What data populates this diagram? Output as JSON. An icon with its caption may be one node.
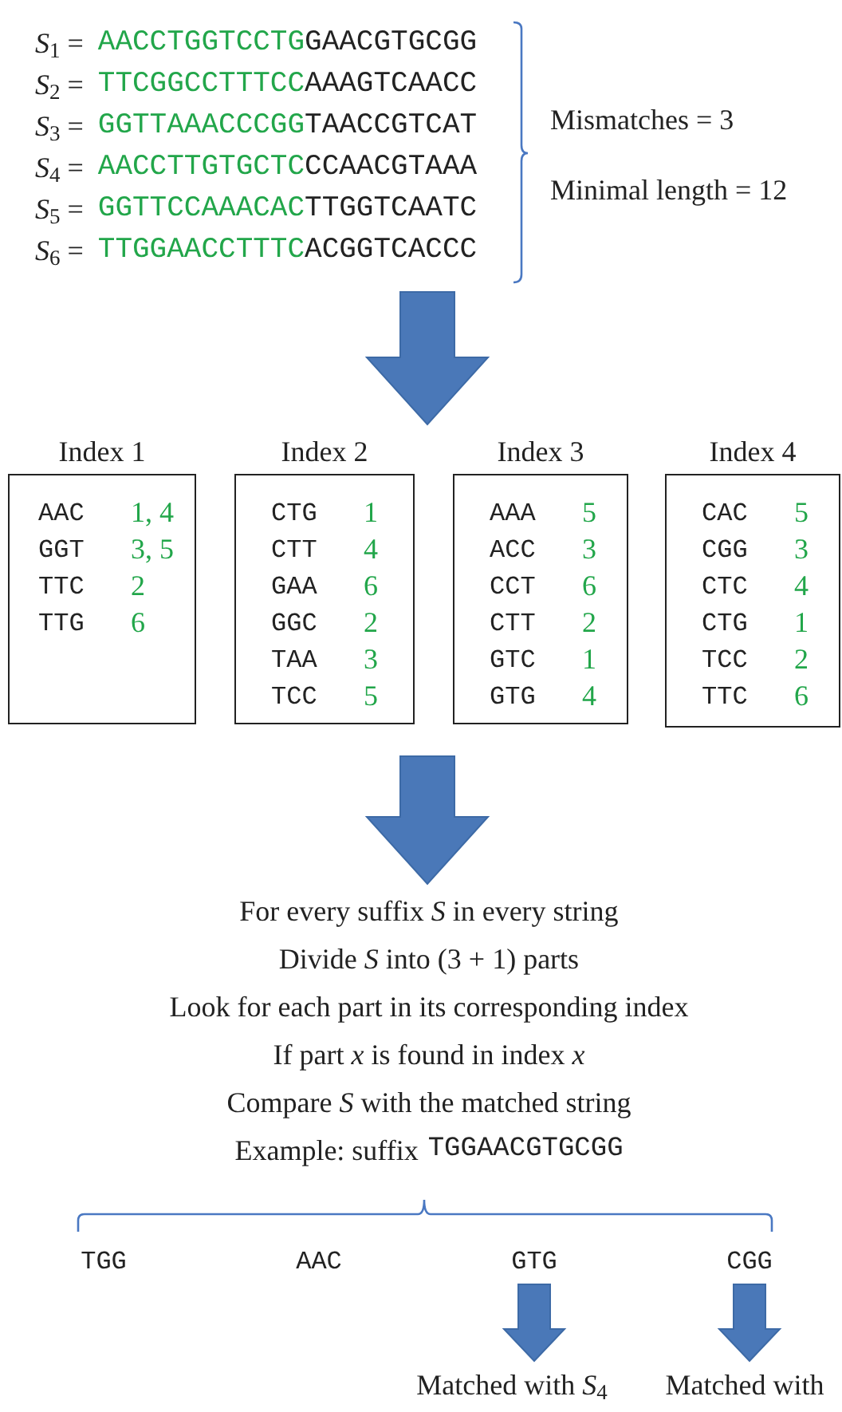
{
  "diagram": {
    "nodes": [
      {
        "text": [
          "*S*$_{1}$ =",
          "AACCTGGTCCTG",
          "GAACGTGCGG"
        ]
      },
      {
        "text": [
          "*S*$_{2}$ =",
          "TTCGGCCTTTCC",
          "AAAGTCAACC"
        ]
      },
      {
        "text": [
          "*S*$_{3}$ =",
          "GGTTAAACCCGG",
          "TAACCGTCAT"
        ]
      },
      {
        "text": [
          "*S*$_{4}$ =",
          "AACCTTGTGCTC",
          "CCAACGTAAA"
        ]
      },
      {
        "text": [
          "*S*$_{5}$ =",
          "GGTTCCAAACAC",
          "TTGGTCAATC"
        ]
      },
      {
        "text": [
          "*S*$_{6}$ =",
          "TTGGAACCTTTC",
          "ACGGTCACCC"
        ]
      },
      {
        "text": [
          "Index 1",
          "AAC",
          "1, 4",
          "GGT",
          "3, 5",
          "TTC",
          "2",
          "TTG",
          "6"
        ]
      },
      {
        "text": [
          "Index 2",
          "CTG",
          "1",
          "CTT",
          "4",
          "GAA",
          "6",
          "GGC",
          "2",
          "TAA",
          "3",
          "TCC",
          "5"
        ]
      },
      {
        "text": [
          "Index 3",
          "AAA",
          "5",
          "ACC",
          "3",
          "CCT",
          "6",
          "CTT",
          "2",
          "GTC",
          "1",
          "GTG",
          "4"
        ]
      },
      {
        "text": [
          "Index 4",
          "CAC",
          "5",
          "CGG",
          "3",
          "CTC",
          "4",
          "CTG",
          "1",
          "TCC",
          "2",
          "TTC",
          "6"
        ]
      },
      {
        "text": [
          "For every suffix *S* in every string",
          "Divide *S* into (3 + 1) parts",
          "Look for each part in its corresponding index",
          "If part *x* is found in index *x*",
          "Compare *S* with the matched string",
          "Example: suffix",
          "TGGAACGTGCGG"
        ]
      },
      {
        "text": [
          "TGG"
        ]
      },
      {
        "text": [
          "AAC"
        ]
      },
      {
        "text": [
          "GTG"
        ]
      },
      {
        "text": [
          "CGG"
        ]
      },
      {
        "text": [
          "Matched with *S*$_{4}$"
        ]
      },
      {
        "text": [
          "Matched with"
        ]
      }
    ],
    "edges": [
      {
        "from": 5,
        "to": null,
        "arrow": "to",
        "style": "thick"
      },
      {
        "from": null,
        "to": 10,
        "arrow": "to",
        "style": "thick"
      },
      {
        "from": 13,
        "to": 15,
        "arrow": "to",
        "style": "thick"
      },
      {
        "from": 14,
        "to": 16,
        "arrow": "to",
        "style": "thick"
      }
    ],
    "labels": [
      "Mismatches = 3",
      "Minimal length = 12"
    ]
  }
}
